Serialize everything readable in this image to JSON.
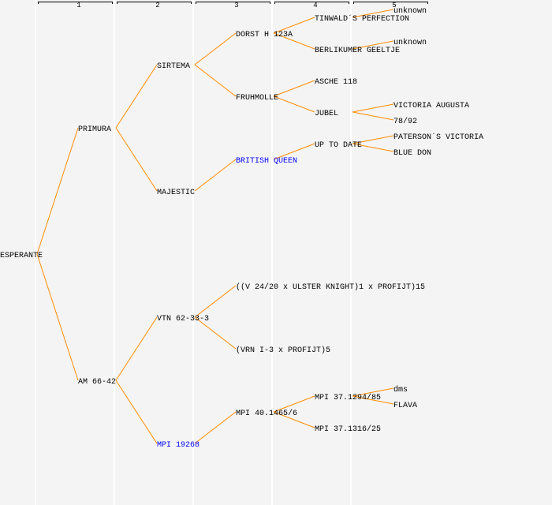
{
  "generations": [
    "1",
    "2",
    "3",
    "4",
    "5"
  ],
  "colors": {
    "edge": "#ff8c00",
    "link": "#0000ff",
    "background": "#f4f4f4"
  },
  "tree": {
    "root": "ESPERANTE",
    "g1": [
      "PRIMURA",
      "AM 66-42"
    ],
    "g2": [
      "SIRTEMA",
      "MAJESTIC",
      "VTN 62-33-3",
      "MPI 19268"
    ],
    "g3": [
      "DORST H 123A",
      "FRUHMOLLE",
      "BRITISH QUEEN",
      "((V 24/20 x ULSTER KNIGHT)1 x PROFIJT)15",
      "(VRN I-3 x PROFIJT)5",
      "MPI 40.1465/6"
    ],
    "g4": [
      "TINWALD´S PERFECTION",
      "BERLIKUMER GEELTJE",
      "ASCHE 118",
      "JUBEL",
      "UP TO DATE",
      "MPI 37.1294/85",
      "MPI 37.1316/25"
    ],
    "g5": [
      "unknown",
      "unknown",
      "VICTORIA AUGUSTA",
      "78/92",
      "PATERSON´S VICTORIA",
      "BLUE DON",
      "dms",
      "FLAVA"
    ]
  }
}
